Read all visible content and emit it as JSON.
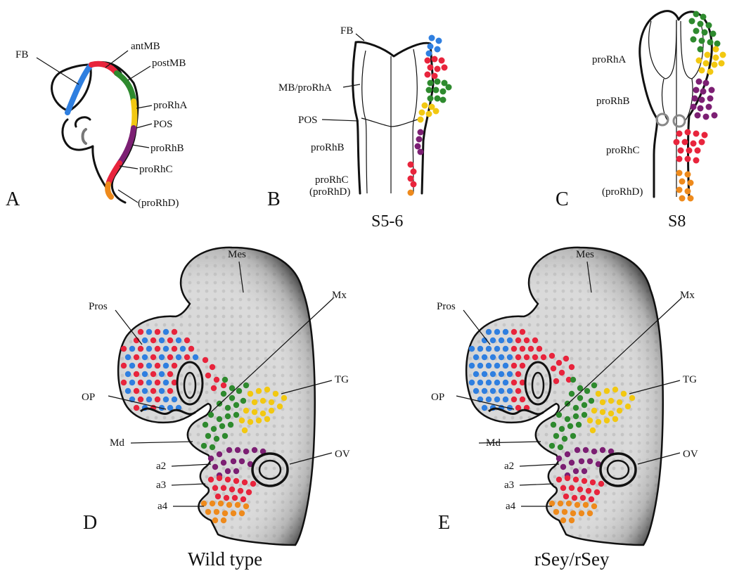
{
  "colors": {
    "blue": "#2f7fe0",
    "red": "#e8243c",
    "green": "#2e8a2e",
    "yellow": "#f2c811",
    "purple": "#7c1f73",
    "orange": "#ee8a1c"
  },
  "panelA": {
    "letter": "A",
    "labels": {
      "fb": "FB",
      "antmb": "antMB",
      "postmb": "postMB",
      "prorha": "proRhA",
      "pos": "POS",
      "prorhb": "proRhB",
      "prorhc": "proRhC",
      "prorhd": "(proRhD)"
    }
  },
  "panelB": {
    "letter": "B",
    "stage": "S5-6",
    "labels": {
      "fb": "FB",
      "mbprorha": "MB/proRhA",
      "pos": "POS",
      "prorhb": "proRhB",
      "prorhc": "proRhC",
      "prorhd": "(proRhD)"
    }
  },
  "panelC": {
    "letter": "C",
    "stage": "S8",
    "labels": {
      "prorha": "proRhA",
      "prorhb": "proRhB",
      "prorhc": "proRhC",
      "prorhd": "(proRhD)"
    }
  },
  "panelD": {
    "letter": "D",
    "caption": "Wild type",
    "labels": {
      "mes": "Mes",
      "pros": "Pros",
      "mx": "Mx",
      "tg": "TG",
      "op": "OP",
      "md": "Md",
      "ov": "OV",
      "a2": "a2",
      "a3": "a3",
      "a4": "a4"
    }
  },
  "panelE": {
    "letter": "E",
    "caption": "rSey/rSey",
    "labels": {
      "mes": "Mes",
      "pros": "Pros",
      "mx": "Mx",
      "tg": "TG",
      "op": "OP",
      "md": "Md",
      "ov": "OV",
      "a2": "a2",
      "a3": "a3",
      "a4": "a4"
    }
  }
}
